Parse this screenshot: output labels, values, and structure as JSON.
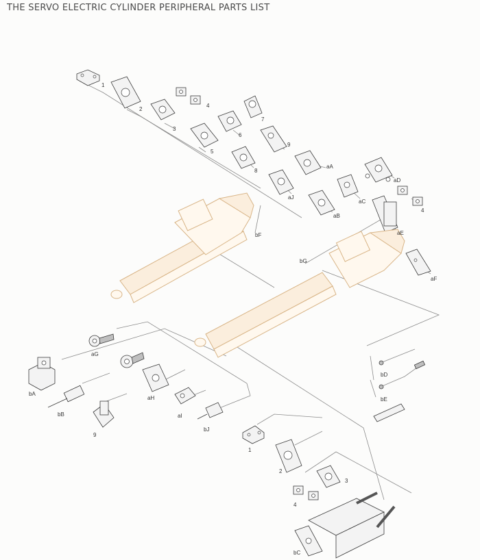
{
  "title": "THE SERVO ELECTRIC CYLINDER PERIPHERAL PARTS LIST",
  "labels": {
    "p1": "1",
    "p2": "2",
    "p3": "3",
    "p4": "4",
    "p5": "5",
    "p6": "6",
    "p7": "7",
    "p8": "8",
    "p9": "9",
    "aA": "aA",
    "aB": "aB",
    "aC": "aC",
    "aD": "aD",
    "aE": "aE",
    "aF": "aF",
    "aJ": "aJ",
    "a4": "4",
    "bF": "bF",
    "bG": "bG",
    "aG": "aG",
    "bA": "bA",
    "bB": "bB",
    "b9": "9",
    "aH": "aH",
    "aI": "aI",
    "bJ": "bJ",
    "bD": "bD",
    "bE": "bE",
    "c1": "1",
    "c2": "2",
    "c3": "3",
    "c4": "4",
    "bC": "bC"
  }
}
